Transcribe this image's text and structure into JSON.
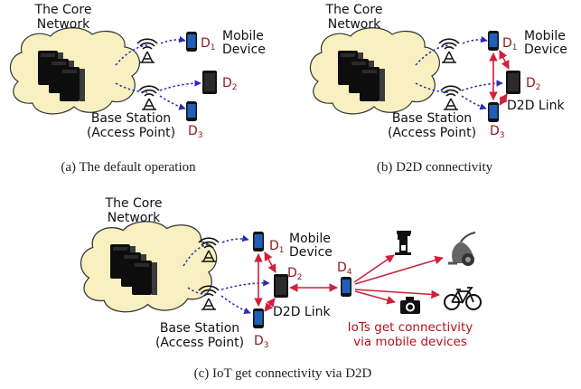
{
  "panel_a": {
    "core_network": [
      "The Core",
      "Network"
    ],
    "mobile_device": [
      "Mobile",
      "Device"
    ],
    "base_station": [
      "Base Station",
      "(Access Point)"
    ],
    "devices": [
      "D1",
      "D2",
      "D3"
    ],
    "caption": "(a) The default operation"
  },
  "panel_b": {
    "core_network": [
      "The Core",
      "Network"
    ],
    "mobile_device": [
      "Mobile",
      "Device"
    ],
    "base_station": [
      "Base Station",
      "(Access Point)"
    ],
    "d2d_link": "D2D Link",
    "devices": [
      "D1",
      "D2",
      "D3"
    ],
    "caption": "(b) D2D connectivity"
  },
  "panel_c": {
    "core_network": [
      "The Core",
      "Network"
    ],
    "mobile_device": [
      "Mobile",
      "Device"
    ],
    "base_station": [
      "Base Station",
      "(Access Point)"
    ],
    "d2d_link": "D2D Link",
    "devices": [
      "D1",
      "D2",
      "D3",
      "D4"
    ],
    "iot_note": [
      "IoTs get connectivity",
      "via mobile devices"
    ],
    "iot_icons": [
      "coffee-maker-icon",
      "vacuum-cleaner-icon",
      "camera-icon",
      "bicycle-icon"
    ],
    "caption": "(c) IoT get connectivity via D2D"
  },
  "colors": {
    "cloud_fill": "#f8f0c0",
    "wireless_link": "#2a2ab8",
    "d2d_link": "#d21f3c",
    "device_label": "#8b1a1a",
    "iot_text": "#b3121b"
  }
}
